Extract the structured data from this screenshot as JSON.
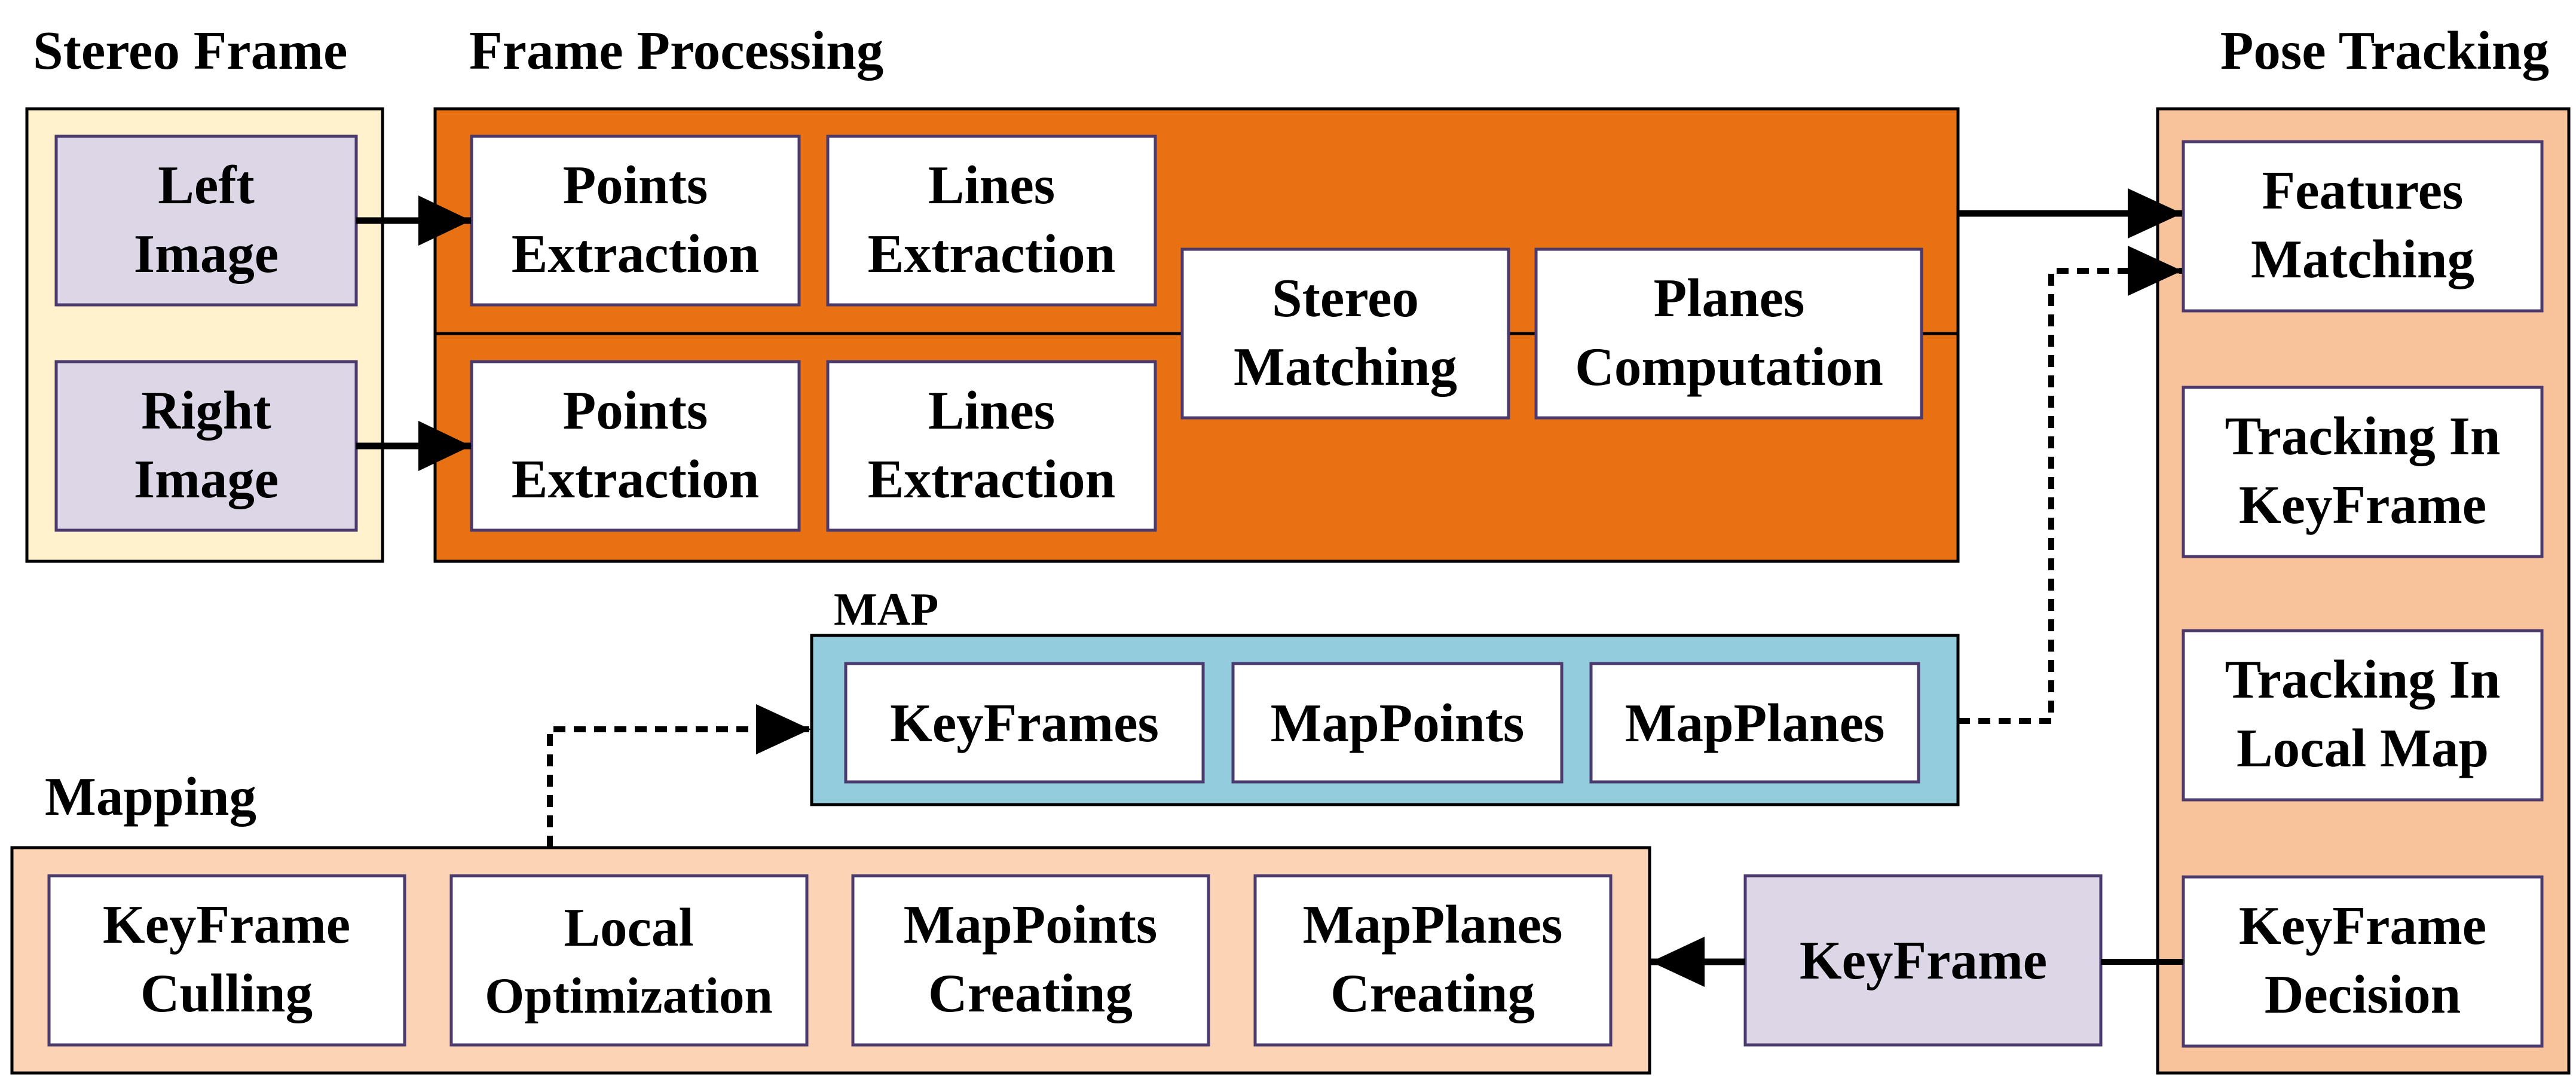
{
  "colors": {
    "stereo_frame_bg": "#FFF2CC",
    "image_box": "#DDD6E6",
    "frame_processing_bg": "#E87213",
    "pose_tracking_bg": "#F8C29A",
    "map_bg": "#93CDDD",
    "mapping_bg": "#FBD3B5",
    "keyframe_box": "#DDD6E6",
    "inner_box": "#FFFFFF",
    "box_border": "#4B3A6E",
    "frame_border": "#000000"
  },
  "stereo_frame": {
    "title": "Stereo Frame",
    "left_image": [
      "Left",
      "Image"
    ],
    "right_image": [
      "Right",
      "Image"
    ]
  },
  "frame_processing": {
    "title": "Frame Processing",
    "points_extraction_top": [
      "Points",
      "Extraction"
    ],
    "lines_extraction_top": [
      "Lines",
      "Extraction"
    ],
    "points_extraction_bottom": [
      "Points",
      "Extraction"
    ],
    "lines_extraction_bottom": [
      "Lines",
      "Extraction"
    ],
    "stereo_matching": [
      "Stereo",
      "Matching"
    ],
    "planes_computation": [
      "Planes",
      "Computation"
    ]
  },
  "pose_tracking": {
    "title": "Pose Tracking",
    "features_matching": [
      "Features",
      "Matching"
    ],
    "tracking_in_keyframe": [
      "Tracking In",
      "KeyFrame"
    ],
    "tracking_in_local_map": [
      "Tracking In",
      "Local Map"
    ],
    "keyframe_decision": [
      "KeyFrame",
      "Decision"
    ]
  },
  "map": {
    "title": "MAP",
    "keyframes": "KeyFrames",
    "mappoints": "MapPoints",
    "mapplanes": "MapPlanes"
  },
  "mapping": {
    "title": "Mapping",
    "keyframe_culling": [
      "KeyFrame",
      "Culling"
    ],
    "local_optimization": [
      "Local",
      "Optimization"
    ],
    "mappoints_creating": [
      "MapPoints",
      "Creating"
    ],
    "mapplanes_creating": [
      "MapPlanes",
      "Creating"
    ]
  },
  "keyframe": {
    "label": "KeyFrame"
  }
}
